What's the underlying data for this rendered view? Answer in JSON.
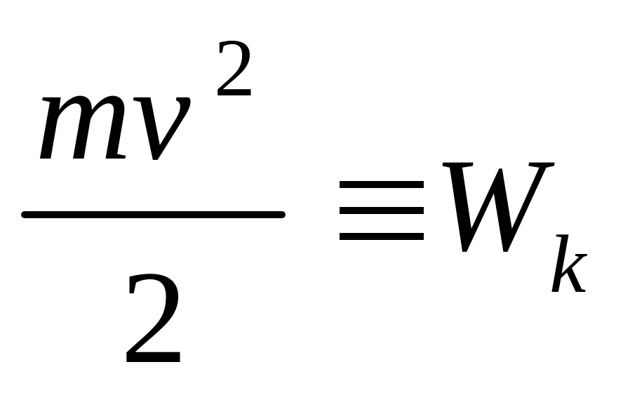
{
  "equation": {
    "numerator": "mv",
    "exponent": "2",
    "denominator": "2",
    "operator": "≡",
    "rhs": "W",
    "rhs_subscript": "k"
  }
}
